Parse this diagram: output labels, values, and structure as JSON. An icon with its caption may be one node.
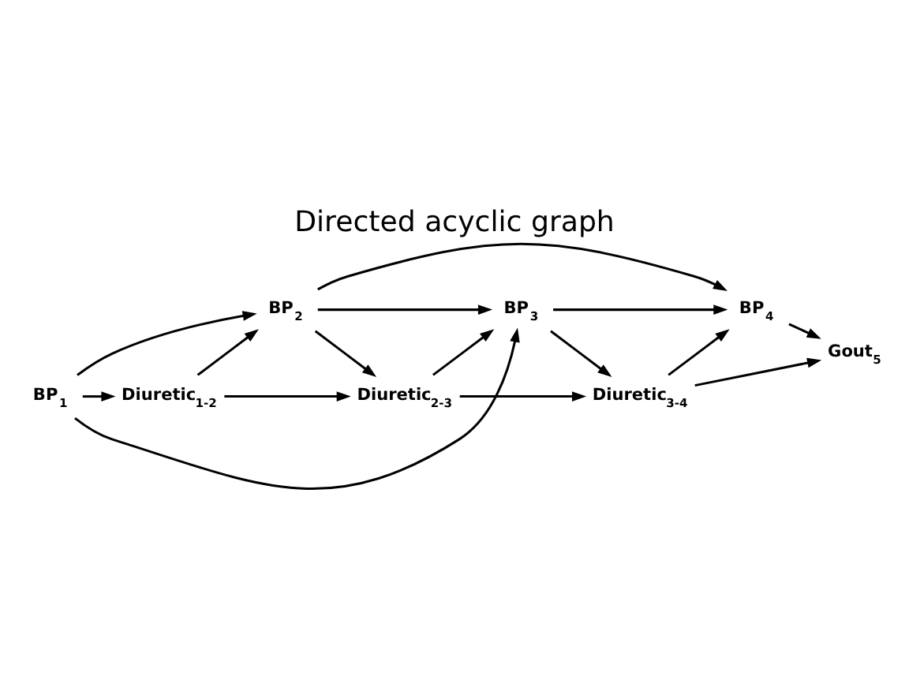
{
  "diagram": {
    "title": "Directed acyclic graph",
    "nodes": [
      {
        "text": [
          "BP$_{1}$"
        ]
      },
      {
        "text": [
          "BP$_{2}$"
        ]
      },
      {
        "text": [
          "BP$_{3}$"
        ]
      },
      {
        "text": [
          "BP$_{4}$"
        ]
      },
      {
        "text": [
          "Gout$_{5}$"
        ]
      },
      {
        "text": [
          "Diuretic$_{1-2}$"
        ]
      },
      {
        "text": [
          "Diuretic$_{2-3}$"
        ]
      },
      {
        "text": [
          "Diuretic$_{3-4}$"
        ]
      }
    ],
    "edges": [
      {
        "from": 0,
        "to": 1,
        "arrow": "to"
      },
      {
        "from": 1,
        "to": 2,
        "arrow": "to"
      },
      {
        "from": 2,
        "to": 3,
        "arrow": "to"
      },
      {
        "from": 3,
        "to": 4,
        "arrow": "to"
      },
      {
        "from": 0,
        "to": 2,
        "arrow": "to"
      },
      {
        "from": 1,
        "to": 3,
        "arrow": "to"
      },
      {
        "from": 0,
        "to": 5,
        "arrow": "to"
      },
      {
        "from": 5,
        "to": 1,
        "arrow": "to"
      },
      {
        "from": 1,
        "to": 6,
        "arrow": "to"
      },
      {
        "from": 5,
        "to": 6,
        "arrow": "to"
      },
      {
        "from": 6,
        "to": 2,
        "arrow": "to"
      },
      {
        "from": 2,
        "to": 7,
        "arrow": "to"
      },
      {
        "from": 6,
        "to": 7,
        "arrow": "to"
      },
      {
        "from": 7,
        "to": 3,
        "arrow": "to"
      },
      {
        "from": 7,
        "to": 4,
        "arrow": "to"
      }
    ]
  }
}
